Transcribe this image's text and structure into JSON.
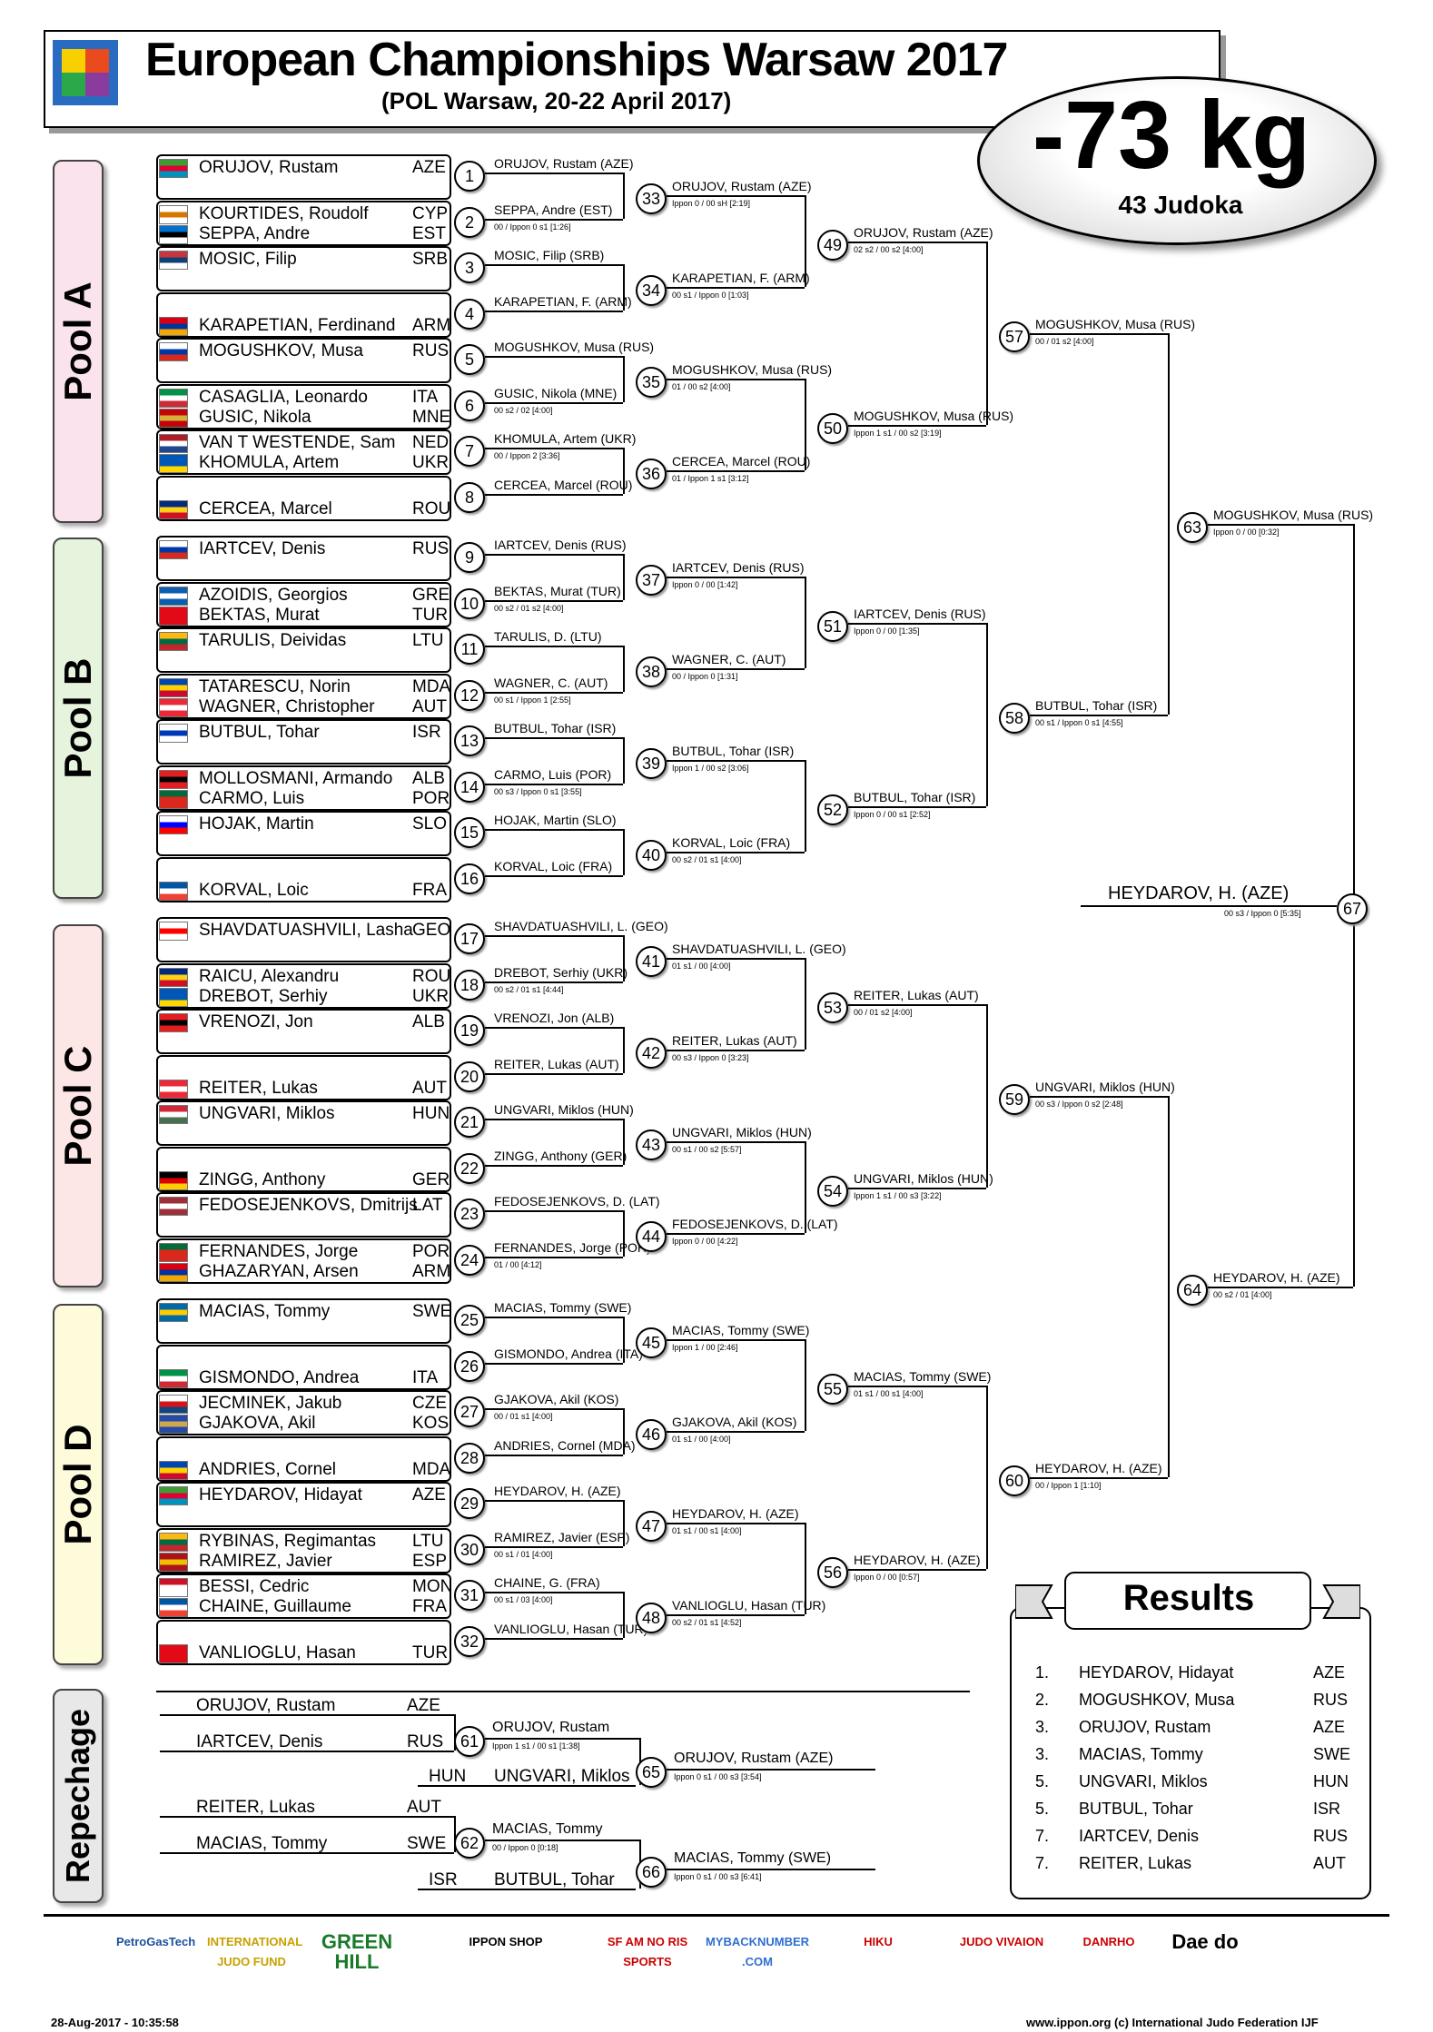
{
  "header": {
    "title": "European Championships Warsaw 2017",
    "subtitle": "(POL Warsaw, 20-22 April 2017)",
    "weight_class": "-73 kg",
    "judoka_count": "43 Judoka"
  },
  "pools": [
    "Pool A",
    "Pool B",
    "Pool C",
    "Pool D",
    "Repechage"
  ],
  "entrants": [
    {
      "name": "ORUJOV, Rustam",
      "country": "AZE",
      "flag": [
        "#3f9c35",
        "#e00034",
        "#0092bc"
      ]
    },
    {
      "name": "KOURTIDES, Roudolf",
      "country": "CYP",
      "flag": [
        "#fff",
        "#d57800",
        "#fff"
      ]
    },
    {
      "name": "SEPPA, Andre",
      "country": "EST",
      "flag": [
        "#0072ce",
        "#000",
        "#fff"
      ]
    },
    {
      "name": "MOSIC, Filip",
      "country": "SRB",
      "flag": [
        "#c6363c",
        "#0c4076",
        "#fff"
      ]
    },
    {
      "name": "KARAPETIAN, Ferdinand",
      "country": "ARM",
      "flag": [
        "#d90012",
        "#0033a0",
        "#f2a800"
      ]
    },
    {
      "name": "MOGUSHKOV, Musa",
      "country": "RUS",
      "flag": [
        "#fff",
        "#0039a6",
        "#d52b1e"
      ]
    },
    {
      "name": "CASAGLIA, Leonardo",
      "country": "ITA",
      "flag": [
        "#009246",
        "#fff",
        "#ce2b37"
      ]
    },
    {
      "name": "GUSIC, Nikola",
      "country": "MNE",
      "flag": [
        "#c40308",
        "#d4af3a",
        "#c40308"
      ]
    },
    {
      "name": "VAN T WESTENDE, Sam",
      "country": "NED",
      "flag": [
        "#ae1c28",
        "#fff",
        "#21468b"
      ]
    },
    {
      "name": "KHOMULA, Artem",
      "country": "UKR",
      "flag": [
        "#0057b7",
        "#0057b7",
        "#ffd700"
      ]
    },
    {
      "name": "CERCEA, Marcel",
      "country": "ROU",
      "flag": [
        "#002b7f",
        "#fcd116",
        "#ce1126"
      ]
    },
    {
      "name": "IARTCEV, Denis",
      "country": "RUS",
      "flag": [
        "#fff",
        "#0039a6",
        "#d52b1e"
      ]
    },
    {
      "name": "AZOIDIS, Georgios",
      "country": "GRE",
      "flag": [
        "#0d5eaf",
        "#fff",
        "#0d5eaf"
      ]
    },
    {
      "name": "BEKTAS, Murat",
      "country": "TUR",
      "flag": [
        "#e30a17",
        "#e30a17",
        "#e30a17"
      ]
    },
    {
      "name": "TARULIS, Deividas",
      "country": "LTU",
      "flag": [
        "#fdb913",
        "#006a44",
        "#c1272d"
      ]
    },
    {
      "name": "TATARESCU, Norin",
      "country": "MDA",
      "flag": [
        "#0046ae",
        "#ffd200",
        "#cc092f"
      ]
    },
    {
      "name": "WAGNER, Christopher",
      "country": "AUT",
      "flag": [
        "#ed2939",
        "#fff",
        "#ed2939"
      ]
    },
    {
      "name": "BUTBUL, Tohar",
      "country": "ISR",
      "flag": [
        "#fff",
        "#0038b8",
        "#fff"
      ]
    },
    {
      "name": "MOLLOSMANI, Armando",
      "country": "ALB",
      "flag": [
        "#e41e20",
        "#000",
        "#e41e20"
      ]
    },
    {
      "name": "CARMO, Luis",
      "country": "POR",
      "flag": [
        "#046a38",
        "#da291c",
        "#da291c"
      ]
    },
    {
      "name": "HOJAK, Martin",
      "country": "SLO",
      "flag": [
        "#fff",
        "#0000ff",
        "#ff0000"
      ]
    },
    {
      "name": "KORVAL, Loic",
      "country": "FRA",
      "flag": [
        "#0055a4",
        "#fff",
        "#ef4135"
      ]
    },
    {
      "name": "SHAVDATUASHVILI, Lasha",
      "country": "GEO",
      "flag": [
        "#fff",
        "#ff0000",
        "#fff"
      ]
    },
    {
      "name": "RAICU, Alexandru",
      "country": "ROU",
      "flag": [
        "#002b7f",
        "#fcd116",
        "#ce1126"
      ]
    },
    {
      "name": "DREBOT, Serhiy",
      "country": "UKR",
      "flag": [
        "#0057b7",
        "#0057b7",
        "#ffd700"
      ]
    },
    {
      "name": "VRENOZI, Jon",
      "country": "ALB",
      "flag": [
        "#e41e20",
        "#000",
        "#e41e20"
      ]
    },
    {
      "name": "REITER, Lukas",
      "country": "AUT",
      "flag": [
        "#ed2939",
        "#fff",
        "#ed2939"
      ]
    },
    {
      "name": "UNGVARI, Miklos",
      "country": "HUN",
      "flag": [
        "#ce2939",
        "#fff",
        "#477050"
      ]
    },
    {
      "name": "ZINGG, Anthony",
      "country": "GER",
      "flag": [
        "#000",
        "#dd0000",
        "#ffce00"
      ]
    },
    {
      "name": "FEDOSEJENKOVS, Dmitrijs",
      "country": "LAT",
      "flag": [
        "#9e3039",
        "#fff",
        "#9e3039"
      ]
    },
    {
      "name": "FERNANDES, Jorge",
      "country": "POR",
      "flag": [
        "#046a38",
        "#da291c",
        "#da291c"
      ]
    },
    {
      "name": "GHAZARYAN, Arsen",
      "country": "ARM",
      "flag": [
        "#d90012",
        "#0033a0",
        "#f2a800"
      ]
    },
    {
      "name": "MACIAS, Tommy",
      "country": "SWE",
      "flag": [
        "#006aa7",
        "#fecc00",
        "#006aa7"
      ]
    },
    {
      "name": "GISMONDO, Andrea",
      "country": "ITA",
      "flag": [
        "#009246",
        "#fff",
        "#ce2b37"
      ]
    },
    {
      "name": "JECMINEK, Jakub",
      "country": "CZE",
      "flag": [
        "#fff",
        "#d7141a",
        "#11457e"
      ]
    },
    {
      "name": "GJAKOVA, Akil",
      "country": "KOS",
      "flag": [
        "#244aa5",
        "#d0a650",
        "#244aa5"
      ]
    },
    {
      "name": "ANDRIES, Cornel",
      "country": "MDA",
      "flag": [
        "#0046ae",
        "#ffd200",
        "#cc092f"
      ]
    },
    {
      "name": "HEYDAROV, Hidayat",
      "country": "AZE",
      "flag": [
        "#3f9c35",
        "#e00034",
        "#0092bc"
      ]
    },
    {
      "name": "RYBINAS, Regimantas",
      "country": "LTU",
      "flag": [
        "#fdb913",
        "#006a44",
        "#c1272d"
      ]
    },
    {
      "name": "RAMIREZ, Javier",
      "country": "ESP",
      "flag": [
        "#aa151b",
        "#f1bf00",
        "#aa151b"
      ]
    },
    {
      "name": "BESSI, Cedric",
      "country": "MON",
      "flag": [
        "#ce1126",
        "#fff",
        "#fff"
      ]
    },
    {
      "name": "CHAINE, Guillaume",
      "country": "FRA",
      "flag": [
        "#0055a4",
        "#fff",
        "#ef4135"
      ]
    },
    {
      "name": "VANLIOGLU, Hasan",
      "country": "TUR",
      "flag": [
        "#e30a17",
        "#e30a17",
        "#e30a17"
      ]
    }
  ],
  "round1": [
    {
      "n": "1",
      "winner": "ORUJOV, Rustam  (AZE)",
      "score": ""
    },
    {
      "n": "2",
      "winner": "SEPPA, Andre  (EST)",
      "score": "00  / Ippon 0 s1 [1:26]"
    },
    {
      "n": "3",
      "winner": "MOSIC, Filip  (SRB)",
      "score": ""
    },
    {
      "n": "4",
      "winner": "KARAPETIAN, F.  (ARM)",
      "score": ""
    },
    {
      "n": "5",
      "winner": "MOGUSHKOV, Musa  (RUS)",
      "score": ""
    },
    {
      "n": "6",
      "winner": "GUSIC, Nikola  (MNE)",
      "score": "00 s2 / 02  [4:00]"
    },
    {
      "n": "7",
      "winner": "KHOMULA, Artem  (UKR)",
      "score": "00  / Ippon 2  [3:36]"
    },
    {
      "n": "8",
      "winner": "CERCEA, Marcel  (ROU)",
      "score": ""
    },
    {
      "n": "9",
      "winner": "IARTCEV, Denis  (RUS)",
      "score": ""
    },
    {
      "n": "10",
      "winner": "BEKTAS, Murat  (TUR)",
      "score": "00 s2 / 01 s2 [4:00]"
    },
    {
      "n": "11",
      "winner": "TARULIS, D.  (LTU)",
      "score": ""
    },
    {
      "n": "12",
      "winner": "WAGNER, C.  (AUT)",
      "score": "00 s1 / Ippon 1  [2:55]"
    },
    {
      "n": "13",
      "winner": "BUTBUL, Tohar  (ISR)",
      "score": ""
    },
    {
      "n": "14",
      "winner": "CARMO, Luis  (POR)",
      "score": "00 s3 / Ippon 0 s1 [3:55]"
    },
    {
      "n": "15",
      "winner": "HOJAK, Martin  (SLO)",
      "score": ""
    },
    {
      "n": "16",
      "winner": "KORVAL, Loic  (FRA)",
      "score": ""
    },
    {
      "n": "17",
      "winner": "SHAVDATUASHVILI, L. (GEO)",
      "score": ""
    },
    {
      "n": "18",
      "winner": "DREBOT, Serhiy  (UKR)",
      "score": "00 s2 / 01 s1 [4:44]"
    },
    {
      "n": "19",
      "winner": "VRENOZI, Jon  (ALB)",
      "score": ""
    },
    {
      "n": "20",
      "winner": "REITER, Lukas  (AUT)",
      "score": ""
    },
    {
      "n": "21",
      "winner": "UNGVARI, Miklos  (HUN)",
      "score": ""
    },
    {
      "n": "22",
      "winner": "ZINGG, Anthony  (GER)",
      "score": ""
    },
    {
      "n": "23",
      "winner": "FEDOSEJENKOVS, D.  (LAT)",
      "score": ""
    },
    {
      "n": "24",
      "winner": "FERNANDES, Jorge  (POR)",
      "score": "01  / 00  [4:12]"
    },
    {
      "n": "25",
      "winner": "MACIAS, Tommy  (SWE)",
      "score": ""
    },
    {
      "n": "26",
      "winner": "GISMONDO, Andrea  (ITA)",
      "score": ""
    },
    {
      "n": "27",
      "winner": "GJAKOVA, Akil  (KOS)",
      "score": "00  / 01 s1 [4:00]"
    },
    {
      "n": "28",
      "winner": "ANDRIES, Cornel  (MDA)",
      "score": ""
    },
    {
      "n": "29",
      "winner": "HEYDAROV, H.  (AZE)",
      "score": ""
    },
    {
      "n": "30",
      "winner": "RAMIREZ, Javier  (ESP)",
      "score": "00 s1 / 01  [4:00]"
    },
    {
      "n": "31",
      "winner": "CHAINE, G.  (FRA)",
      "score": "00 s1 / 03  [4:00]"
    },
    {
      "n": "32",
      "winner": "VANLIOGLU, Hasan  (TUR)",
      "score": ""
    }
  ],
  "round2": [
    {
      "n": "33",
      "winner": "ORUJOV, Rustam  (AZE)",
      "score": "Ippon 0  / 00 sH [2:19]"
    },
    {
      "n": "34",
      "winner": "KARAPETIAN, F.  (ARM)",
      "score": "00 s1 / Ippon 0  [1:03]"
    },
    {
      "n": "35",
      "winner": "MOGUSHKOV, Musa  (RUS)",
      "score": "01  / 00 s2 [4:00]"
    },
    {
      "n": "36",
      "winner": "CERCEA, Marcel  (ROU)",
      "score": "01  / Ippon 1 s1 [3:12]"
    },
    {
      "n": "37",
      "winner": "IARTCEV, Denis  (RUS)",
      "score": "Ippon 0  / 00  [1:42]"
    },
    {
      "n": "38",
      "winner": "WAGNER, C.  (AUT)",
      "score": "00  / Ippon 0  [1:31]"
    },
    {
      "n": "39",
      "winner": "BUTBUL, Tohar  (ISR)",
      "score": "Ippon 1  / 00 s2 [3:06]"
    },
    {
      "n": "40",
      "winner": "KORVAL, Loic  (FRA)",
      "score": "00 s2 / 01 s1 [4:00]"
    },
    {
      "n": "41",
      "winner": "SHAVDATUASHVILI, L. (GEO)",
      "score": "01 s1 / 00  [4:00]"
    },
    {
      "n": "42",
      "winner": "REITER, Lukas  (AUT)",
      "score": "00 s3 / Ippon 0  [3:23]"
    },
    {
      "n": "43",
      "winner": "UNGVARI, Miklos  (HUN)",
      "score": "00 s1 / 00 s2 [5:57]"
    },
    {
      "n": "44",
      "winner": "FEDOSEJENKOVS, D.  (LAT)",
      "score": "Ippon 0  / 00  [4:22]"
    },
    {
      "n": "45",
      "winner": "MACIAS, Tommy  (SWE)",
      "score": "Ippon 1  / 00  [2:46]"
    },
    {
      "n": "46",
      "winner": "GJAKOVA, Akil  (KOS)",
      "score": "01 s1 / 00  [4:00]"
    },
    {
      "n": "47",
      "winner": "HEYDAROV, H.  (AZE)",
      "score": "01 s1 / 00 s1 [4:00]"
    },
    {
      "n": "48",
      "winner": "VANLIOGLU, Hasan  (TUR)",
      "score": "00 s2 / 01 s1 [4:52]"
    }
  ],
  "round3": [
    {
      "n": "49",
      "winner": "ORUJOV, Rustam  (AZE)",
      "score": "02 s2 / 00 s2 [4:00]"
    },
    {
      "n": "50",
      "winner": "MOGUSHKOV, Musa  (RUS)",
      "score": "Ippon 1 s1 / 00 s2 [3:19]"
    },
    {
      "n": "51",
      "winner": "IARTCEV, Denis  (RUS)",
      "score": "Ippon 0  / 00  [1:35]"
    },
    {
      "n": "52",
      "winner": "BUTBUL, Tohar  (ISR)",
      "score": "Ippon 0  / 00 s1 [2:52]"
    },
    {
      "n": "53",
      "winner": "REITER, Lukas  (AUT)",
      "score": "00  / 01 s2 [4:00]"
    },
    {
      "n": "54",
      "winner": "UNGVARI, Miklos  (HUN)",
      "score": "Ippon 1 s1 / 00 s3 [3:22]"
    },
    {
      "n": "55",
      "winner": "MACIAS, Tommy  (SWE)",
      "score": "01 s1 / 00 s1 [4:00]"
    },
    {
      "n": "56",
      "winner": "HEYDAROV, H.  (AZE)",
      "score": "Ippon 0  / 00  [0:57]"
    }
  ],
  "round4": [
    {
      "n": "57",
      "winner": "MOGUSHKOV, Musa  (RUS)",
      "score": "00  / 01 s2 [4:00]"
    },
    {
      "n": "58",
      "winner": "BUTBUL, Tohar  (ISR)",
      "score": "00 s1 / Ippon 0 s1 [4:55]"
    },
    {
      "n": "59",
      "winner": "UNGVARI, Miklos  (HUN)",
      "score": "00 s3 / Ippon 0 s2 [2:48]"
    },
    {
      "n": "60",
      "winner": "HEYDAROV, H.  (AZE)",
      "score": "00  / Ippon 1  [1:10]"
    }
  ],
  "semis": [
    {
      "n": "63",
      "winner": "MOGUSHKOV, Musa  (RUS)",
      "score": "Ippon 0  / 00  [0:32]"
    },
    {
      "n": "64",
      "winner": "HEYDAROV, H.  (AZE)",
      "score": "00 s2 / 01  [4:00]"
    }
  ],
  "final": {
    "n": "67",
    "winner": "HEYDAROV, H.  (AZE)",
    "score": "00 s3 / Ippon 0  [5:35]"
  },
  "repechage": {
    "entrants": [
      {
        "name": "ORUJOV, Rustam",
        "country": "AZE"
      },
      {
        "name": "IARTCEV, Denis",
        "country": "RUS"
      },
      {
        "name": "UNGVARI, Miklos",
        "country": "HUN"
      },
      {
        "name": "REITER, Lukas",
        "country": "AUT"
      },
      {
        "name": "MACIAS, Tommy",
        "country": "SWE"
      },
      {
        "name": "BUTBUL, Tohar",
        "country": "ISR"
      }
    ],
    "m61": {
      "n": "61",
      "winner": "ORUJOV, Rustam",
      "score": "Ippon 1 s1 / 00 s1 [1:38]"
    },
    "m62": {
      "n": "62",
      "winner": "MACIAS, Tommy",
      "score": "00  / Ippon 0  [0:18]"
    },
    "m65": {
      "n": "65",
      "winner": "ORUJOV, Rustam  (AZE)",
      "score": "Ippon 0 s1 / 00 s3 [3:54]"
    },
    "m66": {
      "n": "66",
      "winner": "MACIAS, Tommy  (SWE)",
      "score": "Ippon 0 s1 / 00 s3 [6:41]"
    }
  },
  "results": {
    "title": "Results",
    "rows": [
      {
        "rank": "1.",
        "name": "HEYDAROV, Hidayat",
        "country": "AZE"
      },
      {
        "rank": "2.",
        "name": "MOGUSHKOV, Musa",
        "country": "RUS"
      },
      {
        "rank": "3.",
        "name": "ORUJOV, Rustam",
        "country": "AZE"
      },
      {
        "rank": "3.",
        "name": "MACIAS, Tommy",
        "country": "SWE"
      },
      {
        "rank": "5.",
        "name": "UNGVARI, Miklos",
        "country": "HUN"
      },
      {
        "rank": "5.",
        "name": "BUTBUL, Tohar",
        "country": "ISR"
      },
      {
        "rank": "7.",
        "name": "IARTCEV, Denis",
        "country": "RUS"
      },
      {
        "rank": "7.",
        "name": "REITER, Lukas",
        "country": "AUT"
      }
    ]
  },
  "sponsors": [
    "PetroGasTech",
    "INTERNATIONAL JUDO FUND",
    "GREEN HILL",
    "IPPON SHOP",
    "SF AM NO RIS SPORTS",
    "MYBACKNUMBER .COM",
    "HIKU",
    "JUDO VIVAION",
    "DANRHO",
    "Dae do"
  ],
  "footer": {
    "date": "28-Aug-2017 - 10:35:58",
    "copyright": "www.ippon.org  (c) International Judo Federation IJF"
  },
  "colors": {
    "pool_a": "#fbe3ee",
    "pool_b": "#e6f4de",
    "pool_c": "#fde6e6",
    "pool_d": "#fdfbd9",
    "repechage": "#e8e8e8"
  }
}
